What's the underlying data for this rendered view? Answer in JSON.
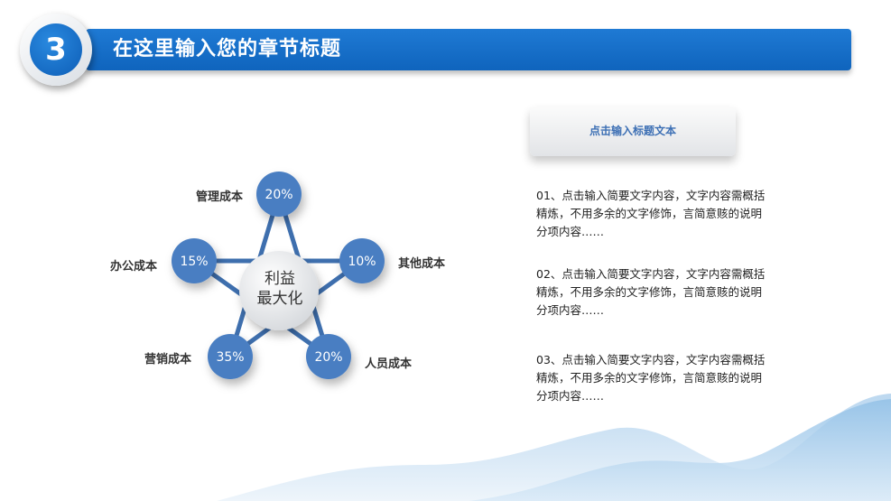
{
  "header": {
    "number": "3",
    "title": "在这里输入您的章节标题"
  },
  "diagram": {
    "center": {
      "line1": "利益",
      "line2": "最大化"
    },
    "nodes": [
      {
        "label": "管理成本",
        "value": "20%"
      },
      {
        "label": "其他成本",
        "value": "10%"
      },
      {
        "label": "人员成本",
        "value": "20%"
      },
      {
        "label": "营销成本",
        "value": "35%"
      },
      {
        "label": "办公成本",
        "value": "15%"
      }
    ],
    "colors": {
      "node": "#4a7ec2",
      "link": "#3e6fae"
    }
  },
  "panel": {
    "title": "点击输入标题文本",
    "items": [
      "01、点击输入简要文字内容，文字内容需概括精炼，不用多余的文字修饰，言简意赅的说明分项内容……",
      "02、点击输入简要文字内容，文字内容需概括精炼，不用多余的文字修饰，言简意赅的说明分项内容……",
      "03、点击输入简要文字内容，文字内容需概括精炼，不用多余的文字修饰，言简意赅的说明分项内容……"
    ]
  }
}
